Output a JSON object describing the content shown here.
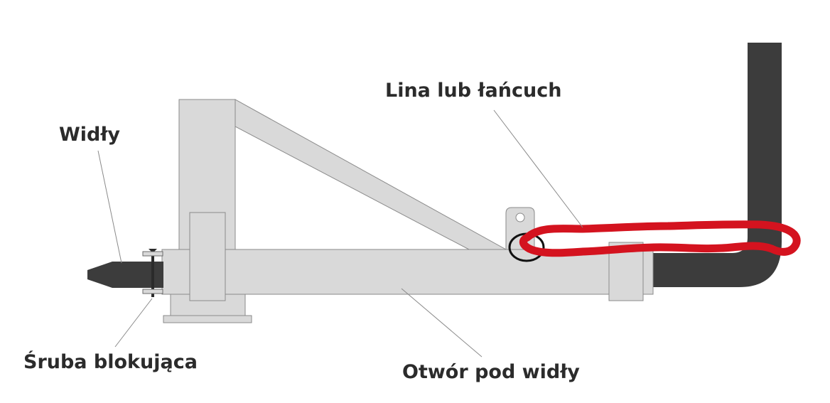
{
  "labels": {
    "forks": "Widły",
    "rope": "Lina lub łańcuch",
    "bolt": "Śruba blokująca",
    "fork_hole": "Otwór pod widły"
  },
  "colors": {
    "frame_fill": "#d9d9d9",
    "frame_stroke": "#8a8a8a",
    "fork_dark": "#3c3c3c",
    "chain_red": "#d4131f",
    "leader_line": "#8a8a8a",
    "text": "#2b2b2b"
  }
}
